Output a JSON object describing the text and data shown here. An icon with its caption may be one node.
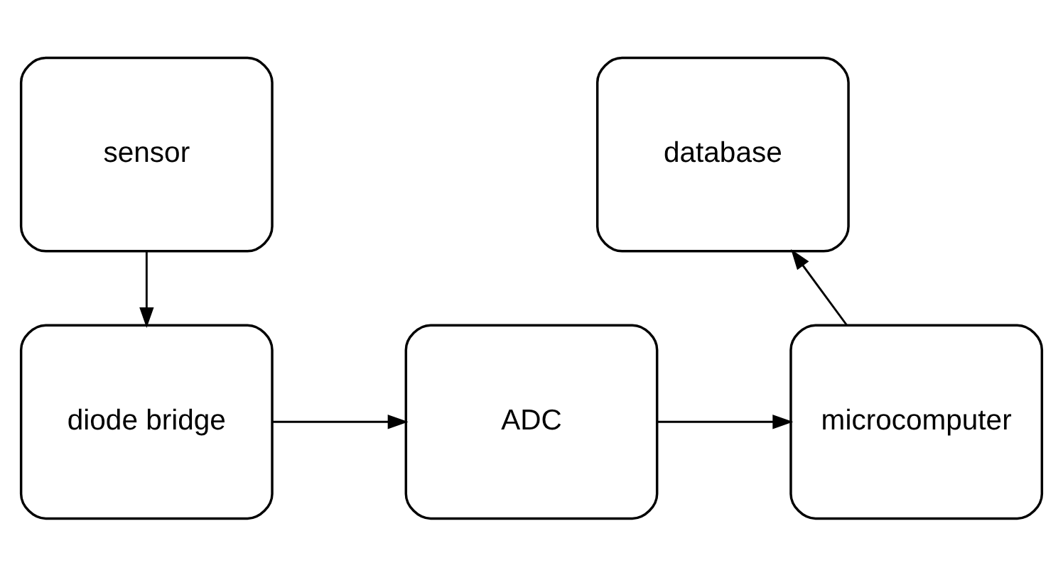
{
  "diagram": {
    "nodes": [
      {
        "text": [
          "sensor"
        ]
      },
      {
        "text": [
          "database"
        ]
      },
      {
        "text": [
          "diode bridge"
        ]
      },
      {
        "text": [
          "ADC"
        ]
      },
      {
        "text": [
          "microcomputer"
        ]
      }
    ],
    "edges": [
      {
        "from": 0,
        "to": 2,
        "arrow": "to"
      },
      {
        "from": 2,
        "to": 3,
        "arrow": "to"
      },
      {
        "from": 3,
        "to": 4,
        "arrow": "to"
      },
      {
        "from": 4,
        "to": 1,
        "arrow": "to"
      }
    ]
  }
}
